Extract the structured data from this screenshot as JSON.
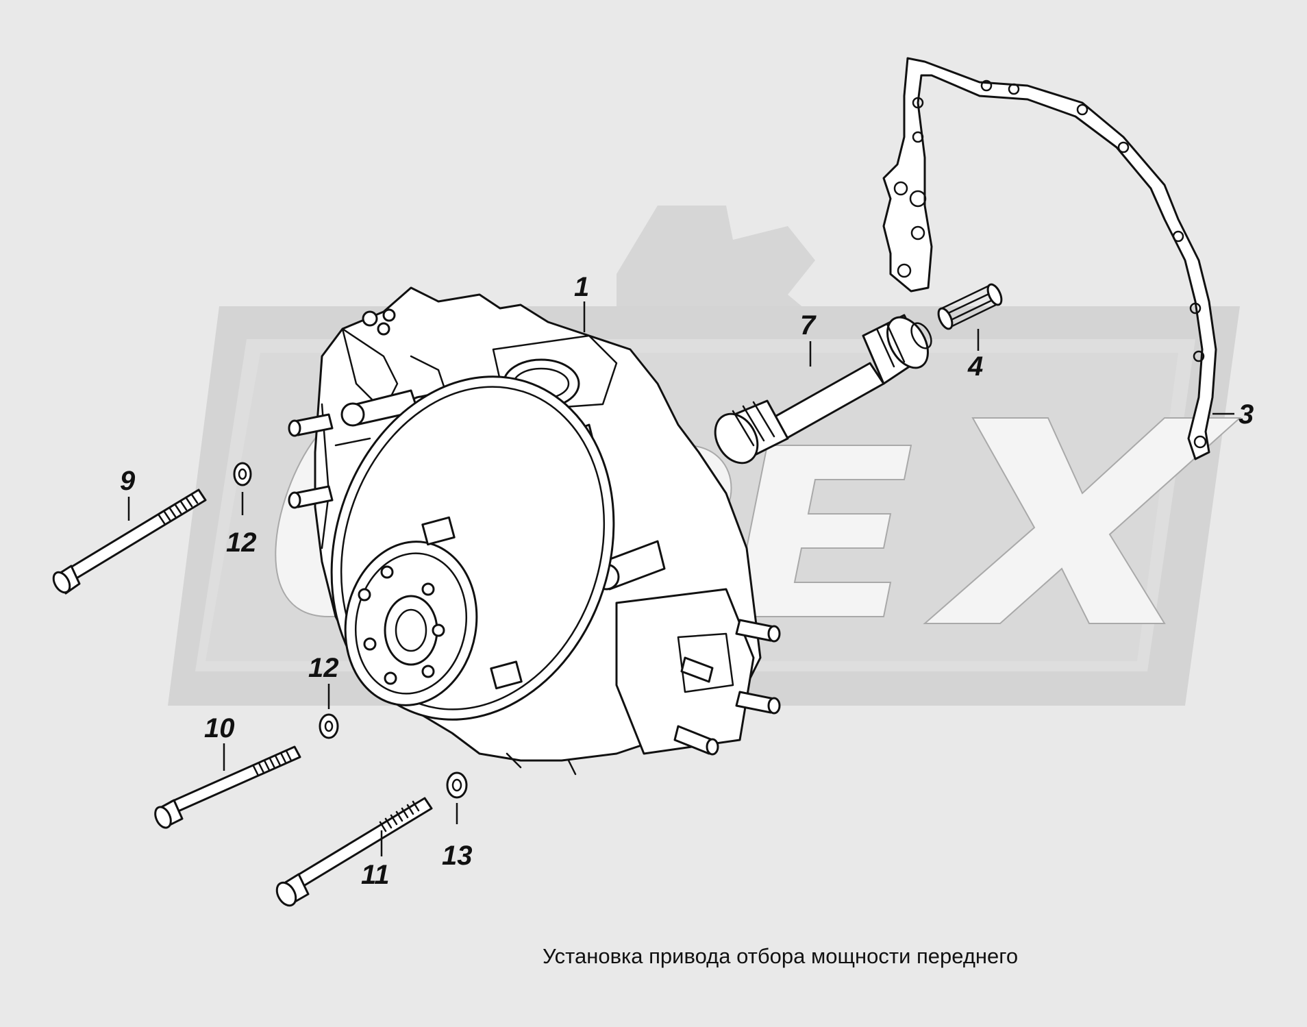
{
  "caption": "Установка привода отбора мощности переднего",
  "watermark": {
    "text": "OPEX",
    "color": "#d4d4d4",
    "inner_color": "#dedede"
  },
  "callouts": [
    {
      "id": "c1",
      "text": "1"
    },
    {
      "id": "c3",
      "text": "3"
    },
    {
      "id": "c4",
      "text": "4"
    },
    {
      "id": "c7",
      "text": "7"
    },
    {
      "id": "c9",
      "text": "9"
    },
    {
      "id": "c10",
      "text": "10"
    },
    {
      "id": "c11",
      "text": "11"
    },
    {
      "id": "c12a",
      "text": "12"
    },
    {
      "id": "c12b",
      "text": "12"
    },
    {
      "id": "c13",
      "text": "13"
    }
  ]
}
